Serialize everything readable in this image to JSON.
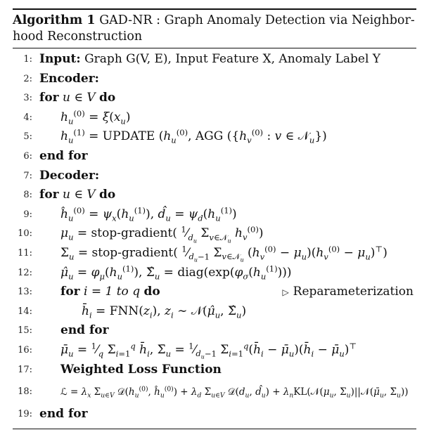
{
  "caption": {
    "label": "Algorithm 1",
    "title_line1": "GAD-NR : Graph Anomaly Detection via Neighbor-",
    "title_line2": "hood Reconstruction"
  },
  "lines": [
    {
      "n": "1:",
      "kw": "Input:",
      "text": "Graph G(V, E), Input Feature X, Anomaly Label Y"
    },
    {
      "n": "2:",
      "kw": "Encoder:",
      "text": ""
    },
    {
      "n": "3:",
      "kw": "for",
      "text": "u ∈ V",
      "kw2": "do"
    },
    {
      "n": "4:",
      "text": "h_u^(0) = ξ(x_u)"
    },
    {
      "n": "5:",
      "text": "h_u^(1) = UPDATE (h_u^(0), AGG ({h_v^(0) : v ∈ N_u})"
    },
    {
      "n": "6:",
      "kw": "end for",
      "text": ""
    },
    {
      "n": "7:",
      "kw": "Decoder:",
      "text": ""
    },
    {
      "n": "8:",
      "kw": "for",
      "text": "u ∈ V",
      "kw2": "do"
    },
    {
      "n": "9:",
      "text": "ĥ_u^(0) = ψ_x(h_u^(1)), d̂_u = ψ_d(h_u^(1))"
    },
    {
      "n": "10:",
      "text": "μ_u = stop-gradient( 1/d_u Σ_{v∈N_u} h_v^(0) )"
    },
    {
      "n": "11:",
      "text": "Σ_u = stop-gradient( 1/(d_u−1) Σ_{v∈N_u} (h_v^(0) − μ_u)(h_v^(0) − μ_u)^⊤ )"
    },
    {
      "n": "12:",
      "text": "μ̂_u = φ_μ(h_u^(1)), Σ̂_u = diag(exp(φ_σ(h_u^(1))))"
    },
    {
      "n": "13:",
      "kw": "for",
      "text": "i = 1 to q",
      "kw2": "do",
      "comment": "Reparameterization"
    },
    {
      "n": "14:",
      "text": "h̄_i = FNN(z_i), z_i ∼ N(μ̂_u, Σ̂_u)"
    },
    {
      "n": "15:",
      "kw": "end for",
      "text": ""
    },
    {
      "n": "16:",
      "text": "μ̄_u = 1/q Σ_{i=1}^q h̄_i, Σ̄_u = 1/(d_u−1) Σ_{i=1}^q (h̄_i − μ̄_u)(h̄_i − μ̄_u)^⊤"
    },
    {
      "n": "17:",
      "kw": "Weighted Loss Function",
      "text": ""
    },
    {
      "n": "18:",
      "text": "L = λ_x Σ_{u∈V} D(h_u^(0), ĥ_u^(0)) + λ_d Σ_{u∈V} D(d_u, d̂_u) + λ_n KL(N(μ_u, Σ_u)||N(μ̄_u, Σ̄_u))"
    },
    {
      "n": "19:",
      "kw": "end for",
      "text": ""
    }
  ]
}
